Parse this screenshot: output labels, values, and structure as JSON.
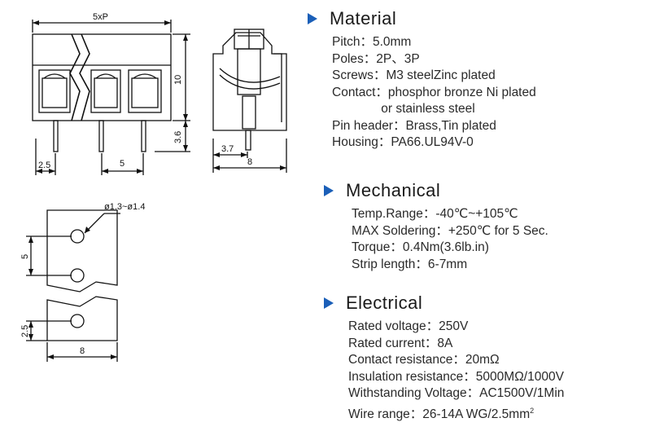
{
  "dimensions": {
    "front_width": "5xP",
    "front_height": "10",
    "pin_length": "3.6",
    "edge_offset": "2.5",
    "pitch": "5",
    "side_offset": "3.7",
    "side_width": "8",
    "hole_dia": "ø1.3~ø1.4",
    "pcb_pitch": "5",
    "pcb_edge": "2.5",
    "pcb_width": "8"
  },
  "material": {
    "title": "Material",
    "lines": [
      "Pitch：5.0mm",
      "Poles：2P、3P",
      "Screws：M3 steelZinc plated",
      "Contact：phosphor bronze Ni plated",
      "              or stainless steel",
      "Pin header：Brass,Tin plated",
      "Housing：PA66.UL94V-0"
    ]
  },
  "mechanical": {
    "title": "Mechanical",
    "lines": [
      "Temp.Range：-40℃~+105℃",
      "MAX Soldering：+250℃ for 5 Sec.",
      "Torque：0.4Nm(3.6lb.in)",
      "Strip length：6-7mm"
    ]
  },
  "electrical": {
    "title": "Electrical",
    "lines": [
      "Rated voltage：250V",
      "Rated current：8A",
      "Contact resistance：20mΩ",
      "Insulation resistance：5000MΩ/1000V",
      "Withstanding Voltage：AC1500V/1Min",
      "Wire range：26-14A WG/2.5mm"
    ],
    "wire_unit_sup": "2"
  },
  "colors": {
    "accent": "#1b5fb8"
  }
}
